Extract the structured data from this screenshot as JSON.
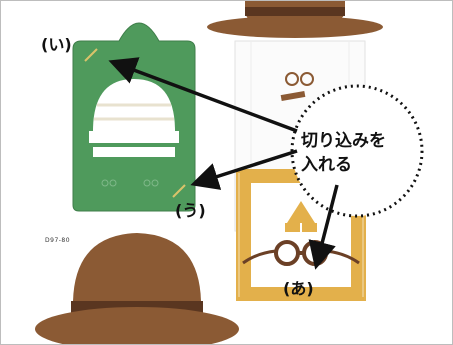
{
  "labels": {
    "i": "(い)",
    "u": "(う)",
    "a": "(あ)",
    "callout_line1": "切り込みを",
    "callout_line2": "入れる",
    "product_code": "D97-80"
  },
  "colors": {
    "tag_green": "#4f9a5c",
    "hat_brown": "#8b5a34",
    "hat_band": "#5a3620",
    "panel_gold": "#e3b04b",
    "arrow": "#111111"
  }
}
